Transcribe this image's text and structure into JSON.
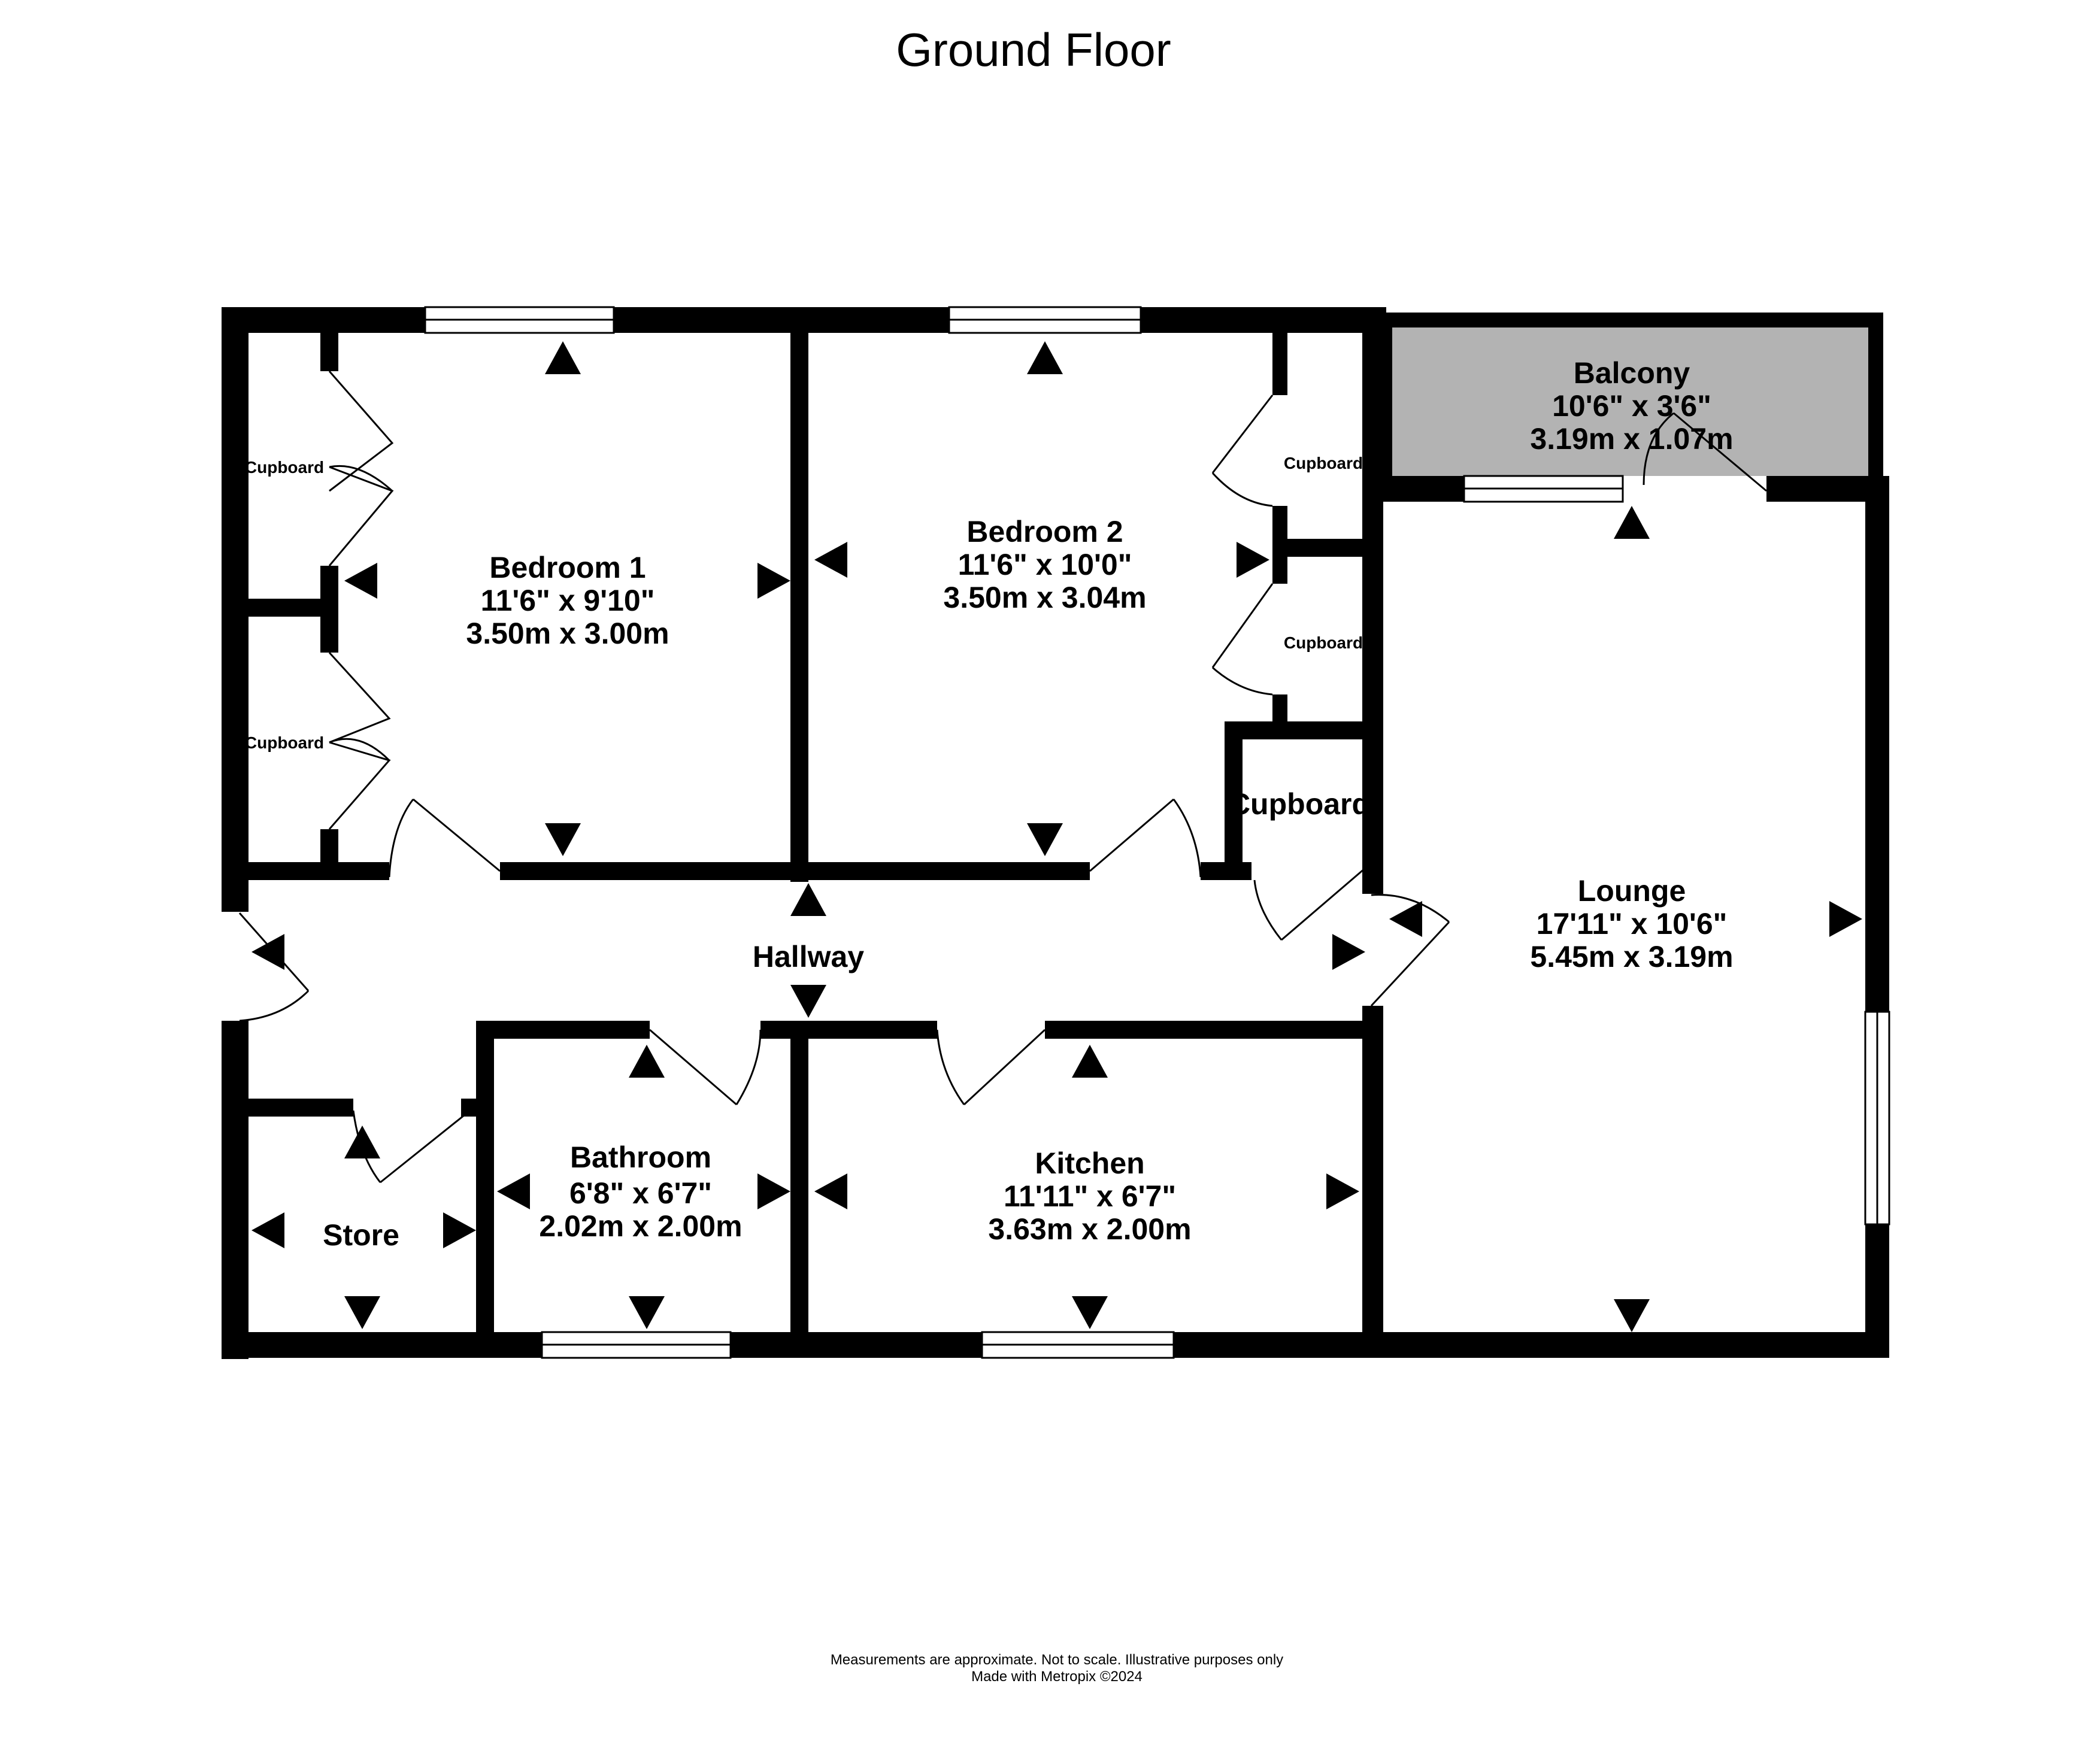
{
  "title": "Ground Floor",
  "rooms": {
    "bedroom1": {
      "name": "Bedroom 1",
      "imperial": "11'6\"  x 9'10\"",
      "metric": "3.50m  x 3.00m"
    },
    "bedroom2": {
      "name": "Bedroom 2",
      "imperial": "11'6\"  x 10'0\"",
      "metric": "3.50m  x 3.04m"
    },
    "balcony": {
      "name": "Balcony",
      "imperial": "10'6\"  x 3'6\"",
      "metric": "3.19m  x 1.07m"
    },
    "lounge": {
      "name": "Lounge",
      "imperial": "17'11\"  x 10'6\"",
      "metric": "5.45m  x 3.19m"
    },
    "hallway": {
      "name": "Hallway"
    },
    "bathroom": {
      "name": "Bathroom",
      "imperial": "6'8\"  x 6'7\"",
      "metric": "2.02m  x 2.00m"
    },
    "kitchen": {
      "name": "Kitchen",
      "imperial": "11'11\"  x 6'7\"",
      "metric": "3.63m  x 2.00m"
    },
    "store": {
      "name": "Store"
    }
  },
  "cupboards": {
    "bed1_top": "Cupboard",
    "bed1_bottom": "Cupboard",
    "bed2_top": "Cupboard",
    "bed2_mid": "Cupboard",
    "hall": "Cupboard"
  },
  "footer": {
    "line1": "Measurements are approximate.  Not to scale.  Illustrative purposes only",
    "line2": "Made with Metropix ©2024"
  },
  "colors": {
    "wall": "#000000",
    "balcony_fill": "#b3b3b3",
    "background": "#ffffff"
  }
}
